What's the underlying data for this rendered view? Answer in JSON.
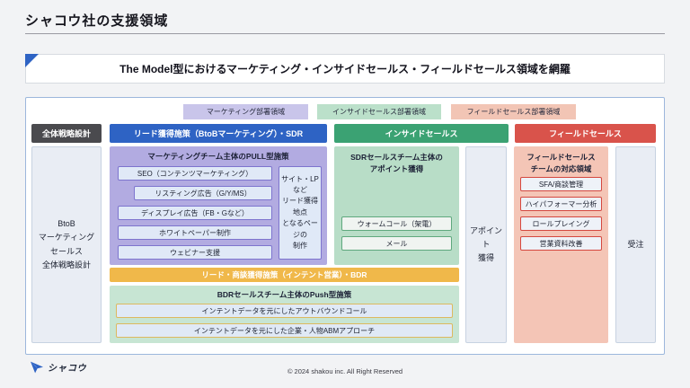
{
  "slide": {
    "title": "シャコウ社の支援領域",
    "banner": "The Model型におけるマーケティング・インサイドセールス・フィールドセールス領域を網羅"
  },
  "legend": [
    {
      "label": "マーケティング部署領域",
      "color": "#c9c5ea"
    },
    {
      "label": "インサイドセールス部署領域",
      "color": "#bbe0ca"
    },
    {
      "label": "フィールドセールス部署領域",
      "color": "#f2c5b5"
    }
  ],
  "headers": {
    "strategy": "全体戦略設計",
    "lead": "リード獲得施策（BtoBマーケティング）・SDR",
    "inside": "インサイドセールス",
    "field": "フィールドセールス"
  },
  "strategy_box": "BtoB\nマーケティング\nセールス\n全体戦略設計",
  "marketing": {
    "title": "マーケティングチーム主体のPULL型施策",
    "items": [
      "SEO（コンテンツマーケティング）",
      "リスティング広告（G/Y/MS）",
      "ディスプレイ広告（FB・Gなど）",
      "ホワイトペーパー制作",
      "ウェビナー支援"
    ],
    "side_note": "サイト・LPなど\nリード獲得地点\nとなるページの\n制作"
  },
  "inside_sales": {
    "title": "SDRセールスチーム主体の\nアポイント獲得",
    "items": [
      "ウォームコール（架電）",
      "メール"
    ]
  },
  "appointment_box": "アポイント\n獲得",
  "field_sales": {
    "title": "フィールドセールス\nチームの対応領域",
    "items": [
      "SFA/商談管理",
      "ハイパフォーマー分析",
      "ロールプレイング",
      "営業資料改善"
    ]
  },
  "order_box": "受注",
  "bdr_band": "リード・商談獲得施策（インテント営業）・BDR",
  "bdr": {
    "title": "BDRセールスチーム主体のPush型施策",
    "items": [
      "インテントデータを元にしたアウトバウンドコール",
      "インテントデータを元にした企業・人物ABMアプローチ"
    ]
  },
  "footer": {
    "logo_text": "シャコウ",
    "copyright": "© 2024 shakou inc. All Right Reserved"
  },
  "colors": {
    "accent_blue": "#2e63c4",
    "header_dark": "#4a4a4e",
    "header_green": "#3ba273",
    "header_red": "#d9534b",
    "marketing_container": "#b2abe1",
    "inside_container": "#b8ddc7",
    "field_container": "#f4c5b6",
    "bdr_band": "#f0b84a",
    "bdr_container": "#c7e5d3"
  }
}
